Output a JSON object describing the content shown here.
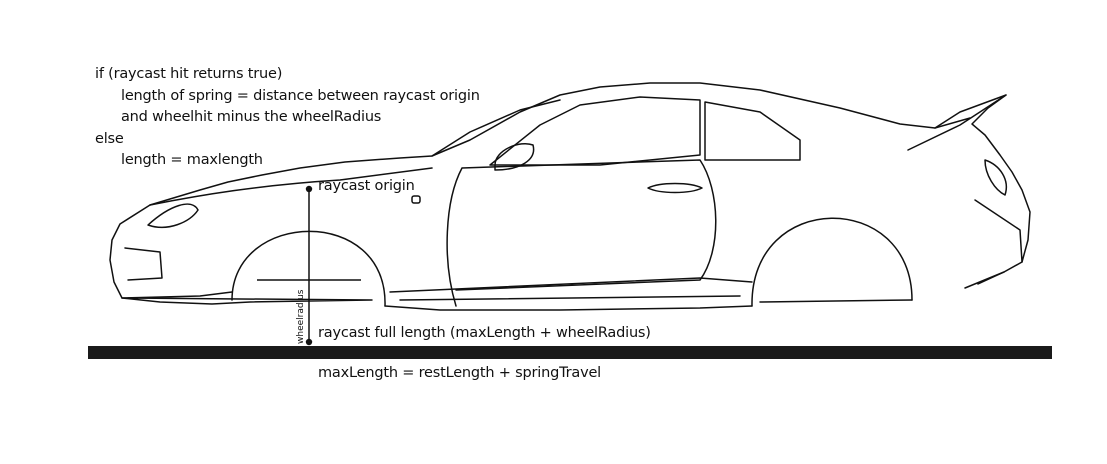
{
  "pseudocode": {
    "line1": "if (raycast hit returns true)",
    "line2": "length of spring = distance between raycast origin",
    "line3": "and wheelhit minus the wheelRadius",
    "line4": "else",
    "line5": "length = maxlength"
  },
  "labels": {
    "raycast_origin": "raycast origin",
    "wheel_radius": "wheelradius",
    "raycast_full_length": "raycast full length (maxLength + wheelRadius)",
    "max_length": "maxLength = restLength + springTravel"
  },
  "colors": {
    "ink": "#111111",
    "ground": "#1a1a1a",
    "background": "#ffffff"
  }
}
